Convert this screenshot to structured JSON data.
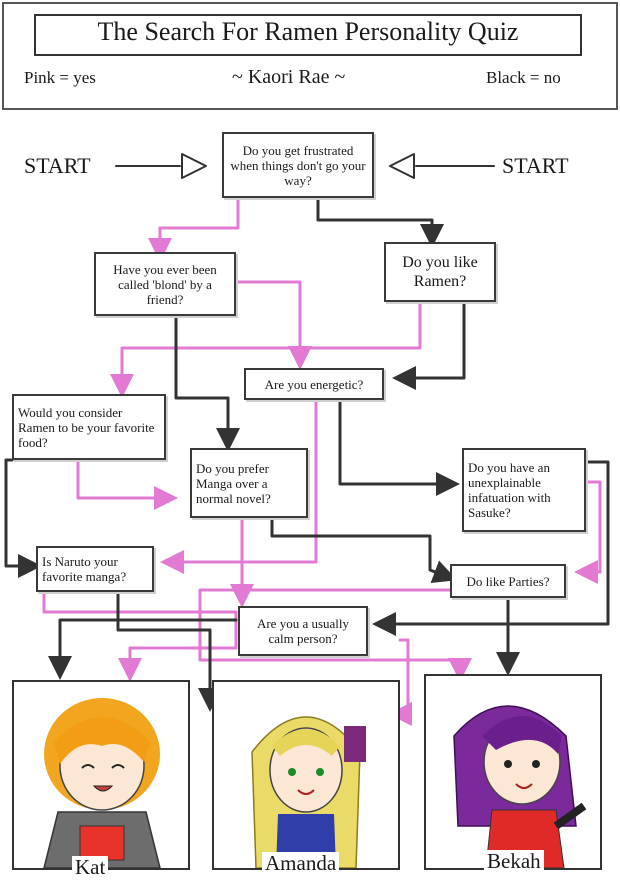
{
  "header": {
    "title": "The Search For Ramen Personality Quiz",
    "legend_yes": "Pink = yes",
    "author": "~ Kaori Rae ~",
    "legend_no": "Black = no"
  },
  "colors": {
    "yes": "#e27ad4",
    "no": "#333333"
  },
  "start_left": "START",
  "start_right": "START",
  "questions": {
    "frustrated": "Do you get frustrated when things don't go your way?",
    "blond": "Have you ever been called 'blond' by a friend?",
    "like_ramen": "Do you like Ramen?",
    "energetic": "Are you energetic?",
    "favorite_food": "Would you consider Ramen to be your favorite food?",
    "manga": "Do you prefer Manga over a normal novel?",
    "sasuke": "Do you have an unexplainable infatuation with Sasuke?",
    "naruto": "Is Naruto your favorite manga?",
    "parties": "Do like Parties?",
    "calm": "Are you a usually calm person?"
  },
  "results": {
    "kat": "Kat",
    "amanda": "Amanda",
    "bekah": "Bekah"
  }
}
